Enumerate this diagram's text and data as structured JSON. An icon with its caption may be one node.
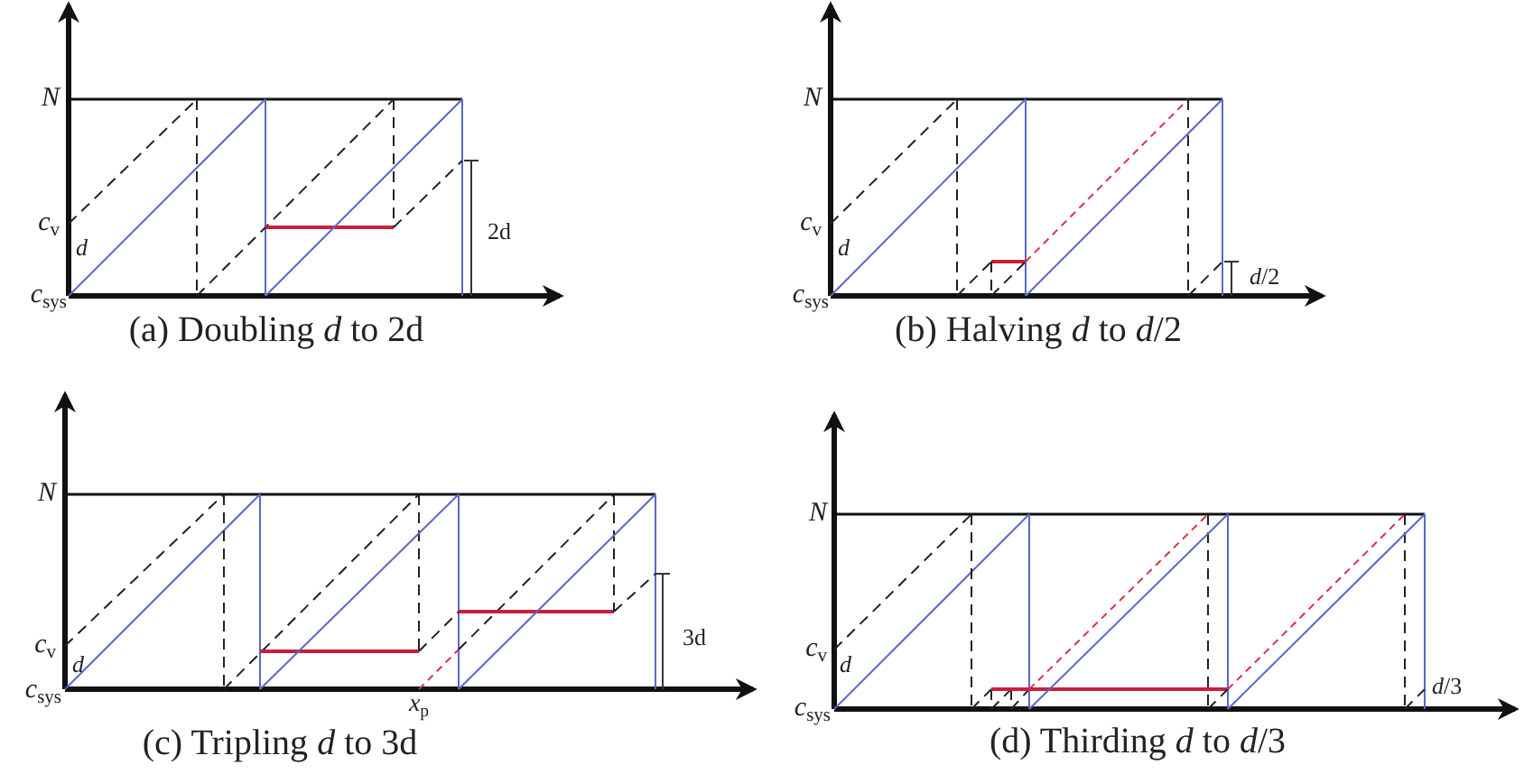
{
  "diagram": {
    "labels": [
      "N",
      "*c*$_{v}$",
      "d",
      "*c*$_{sys}$",
      "2d",
      "(a) Doubling *d* to 2d",
      "N",
      "*c*$_{v}$",
      "d",
      "*c*$_{sys}$",
      "*d*/2",
      "(b) Halving *d* to *d*/2",
      "N",
      "*c*$_{v}$",
      "d",
      "*c*$_{sys}$",
      "3d",
      "*x*$_{p}$",
      "(c) Tripling *d* to 3d",
      "N",
      "*c*$_{v}$",
      "d",
      "*c*$_{sys}$",
      "*d*/3",
      "(d) Thirding *d* to *d*/3"
    ]
  }
}
